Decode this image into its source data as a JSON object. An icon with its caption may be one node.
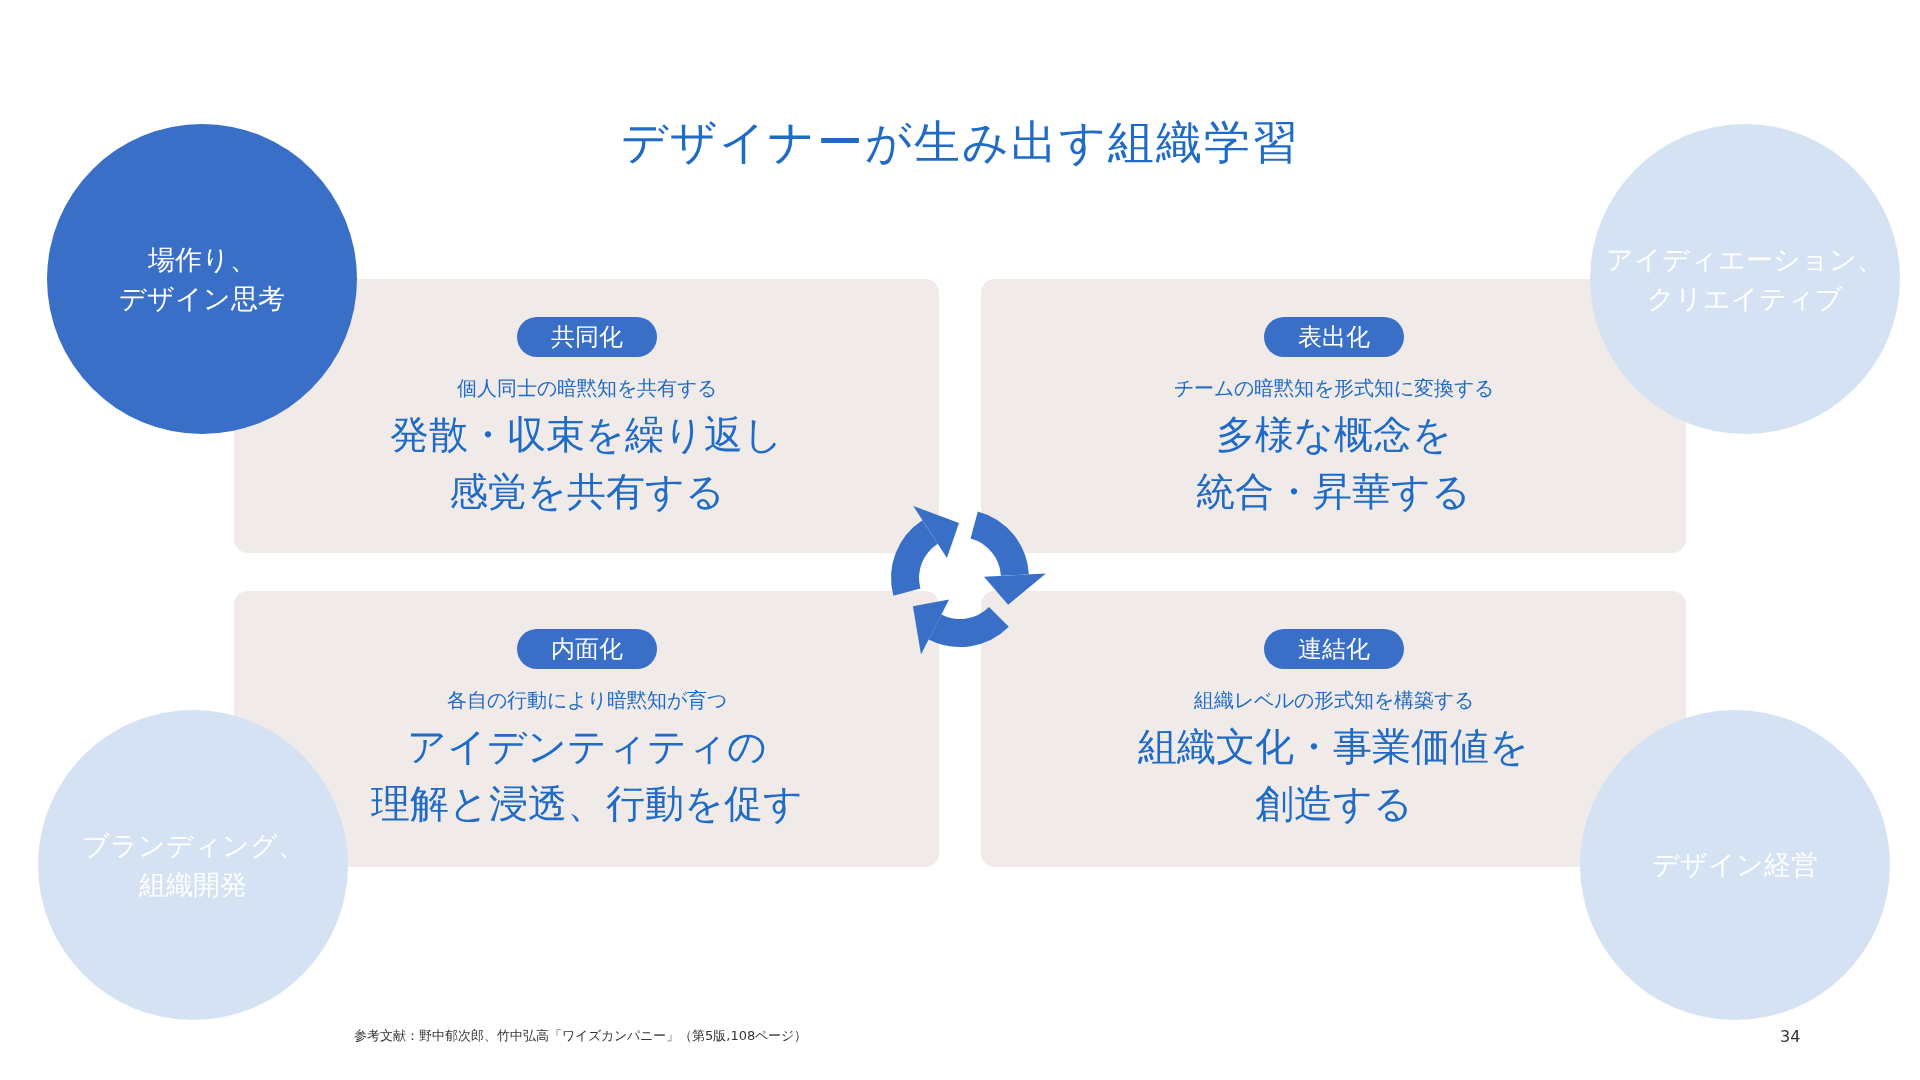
{
  "diagram": {
    "title": "デザイナーが生み出す組織学習",
    "nodes": [
      {
        "text": [
          "場作り、デザイン思考"
        ]
      },
      {
        "text": [
          "アイディエーション、クリエイティブ"
        ]
      },
      {
        "text": [
          "ブランディング、組織開発"
        ]
      },
      {
        "text": [
          "デザイン経営"
        ]
      },
      {
        "text": [
          "共同化",
          "個人同士の暗黙知を共有する",
          "発散・収束を繰り返し感覚を共有する"
        ]
      },
      {
        "text": [
          "表出化",
          "チームの暗黙知を形式知に変換する",
          "多様な概念を統合・昇華する"
        ]
      },
      {
        "text": [
          "内面化",
          "各自の行動により暗黙知が育つ",
          "アイデンティティの理解と浸透、行動を促す"
        ]
      },
      {
        "text": [
          "連結化",
          "組織レベルの形式知を構築する",
          "組織文化・事業価値を創造する"
        ]
      }
    ],
    "labels": [
      "参考文献：野中郁次郎、竹中弘高「ワイズカンパニー」（第5版,108ページ）",
      "34"
    ]
  }
}
